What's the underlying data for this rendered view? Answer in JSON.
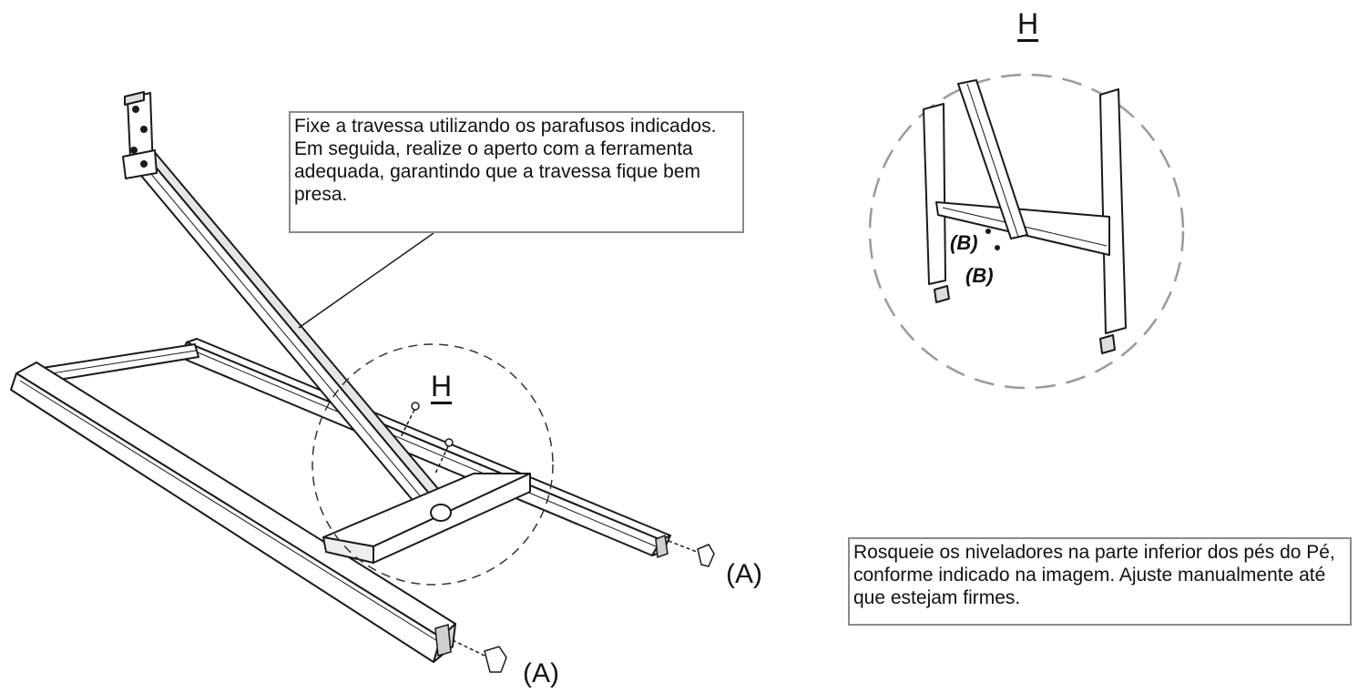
{
  "instruction_top": "Fixe a travessa utilizando os parafusos indicados. Em seguida, realize o aperto com a ferramenta adequada, garantindo que a travessa fique bem presa.",
  "instruction_bottom": "Rosqueie os niveladores na parte inferior dos pés do Pé, conforme indicado na imagem. Ajuste manualmente até que estejam firmes.",
  "detail_label": "H",
  "leveler_label": "(A)",
  "screw_label": "(B)"
}
